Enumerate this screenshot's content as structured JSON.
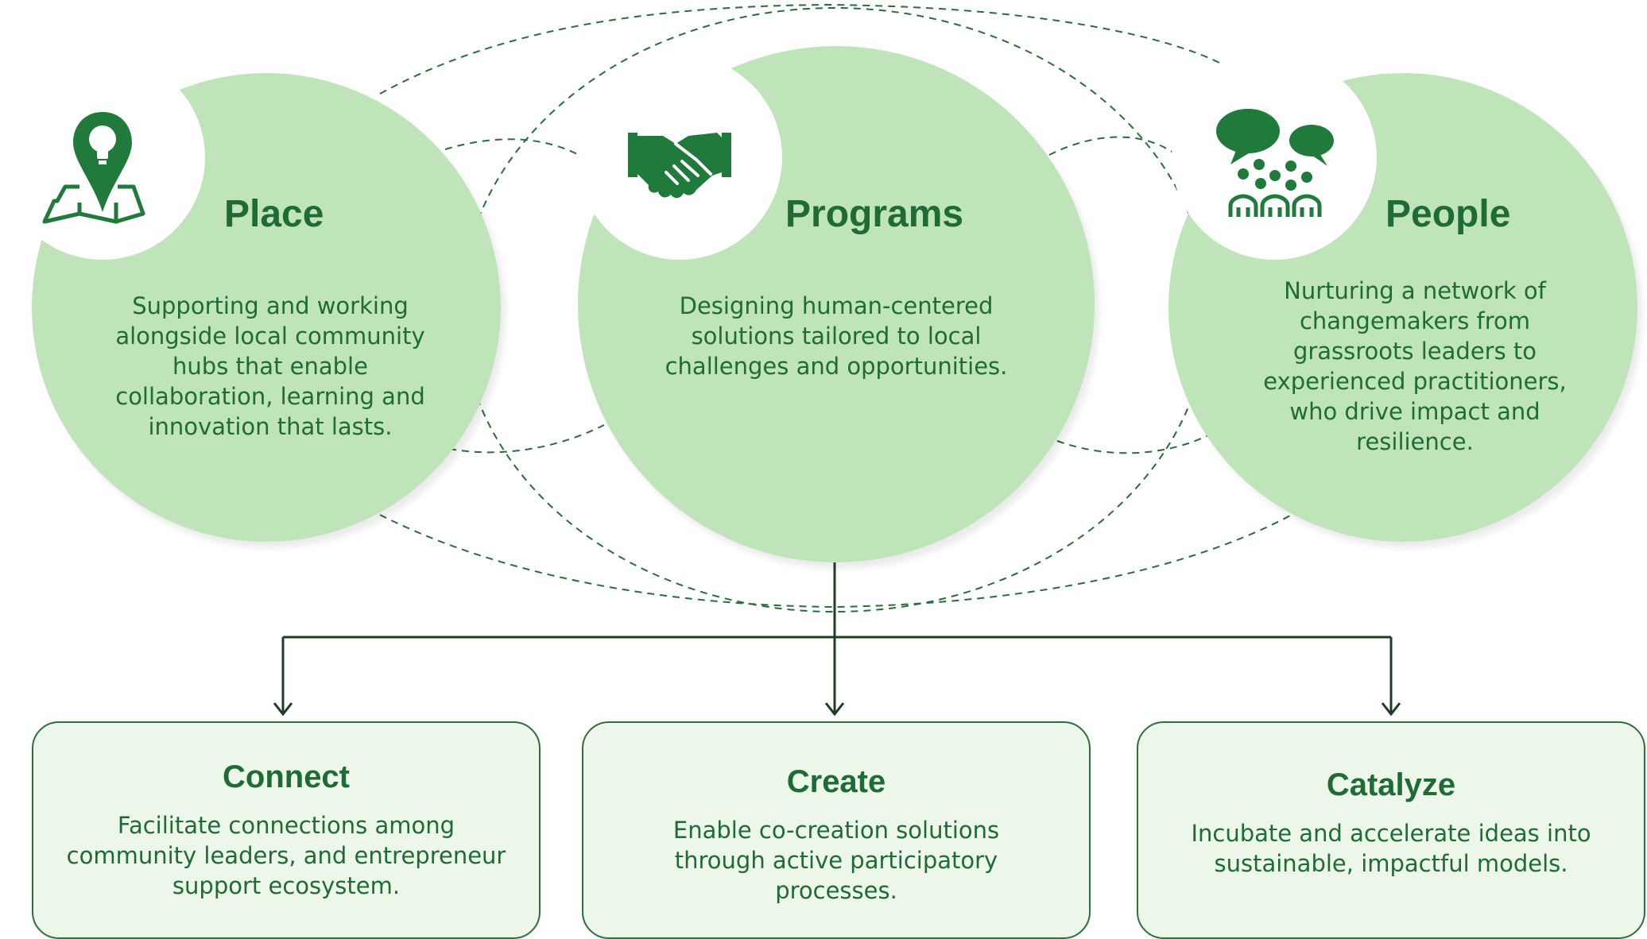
{
  "colors": {
    "circle_fill": "#bfe4b9",
    "text_green": "#1e6b36",
    "icon_green": "#1f7a3c",
    "box_fill": "#ecf6e9",
    "box_border": "#2f6e3c",
    "connector": "#1f3d27",
    "dashed_line": "#2c6b3a"
  },
  "pillars": [
    {
      "icon": "map-pin-icon",
      "title": "Place",
      "text": "Supporting and working alongside local community hubs that enable collaboration, learning and innovation that lasts."
    },
    {
      "icon": "handshake-icon",
      "title": "Programs",
      "text": "Designing human-centered solutions tailored to local challenges and opportunities."
    },
    {
      "icon": "people-discussion-icon",
      "title": "People",
      "text": "Nurturing a network of changemakers from grassroots leaders to experienced practitioners, who drive impact and resilience."
    }
  ],
  "outcomes": [
    {
      "title": "Connect",
      "text": "Facilitate connections among community leaders, and entrepreneur support ecosystem."
    },
    {
      "title": "Create",
      "text": "Enable co-creation solutions through active participatory processes."
    },
    {
      "title": "Catalyze",
      "text": "Incubate and accelerate ideas into sustainable, impactful models."
    }
  ]
}
